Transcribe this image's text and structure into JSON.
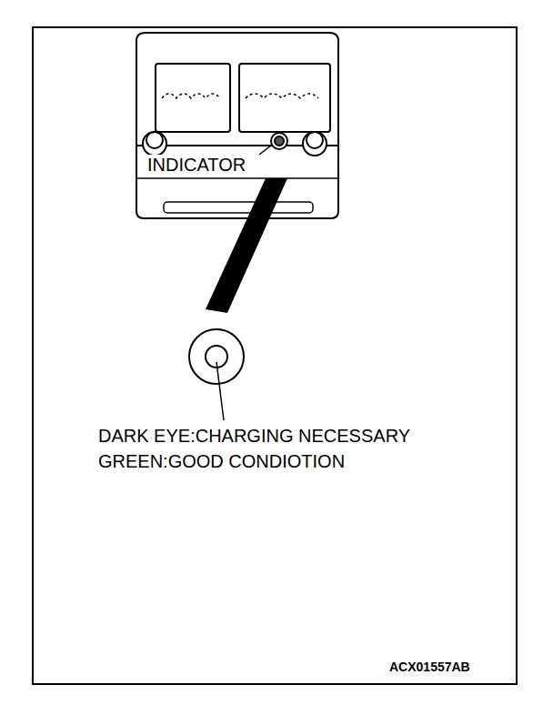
{
  "diagram": {
    "labels": [
      "INDICATOR",
      "DARK EYE:CHARGING NECESSARY",
      "GREEN:GOOD CONDIOTION",
      "ACX01557AB"
    ]
  }
}
